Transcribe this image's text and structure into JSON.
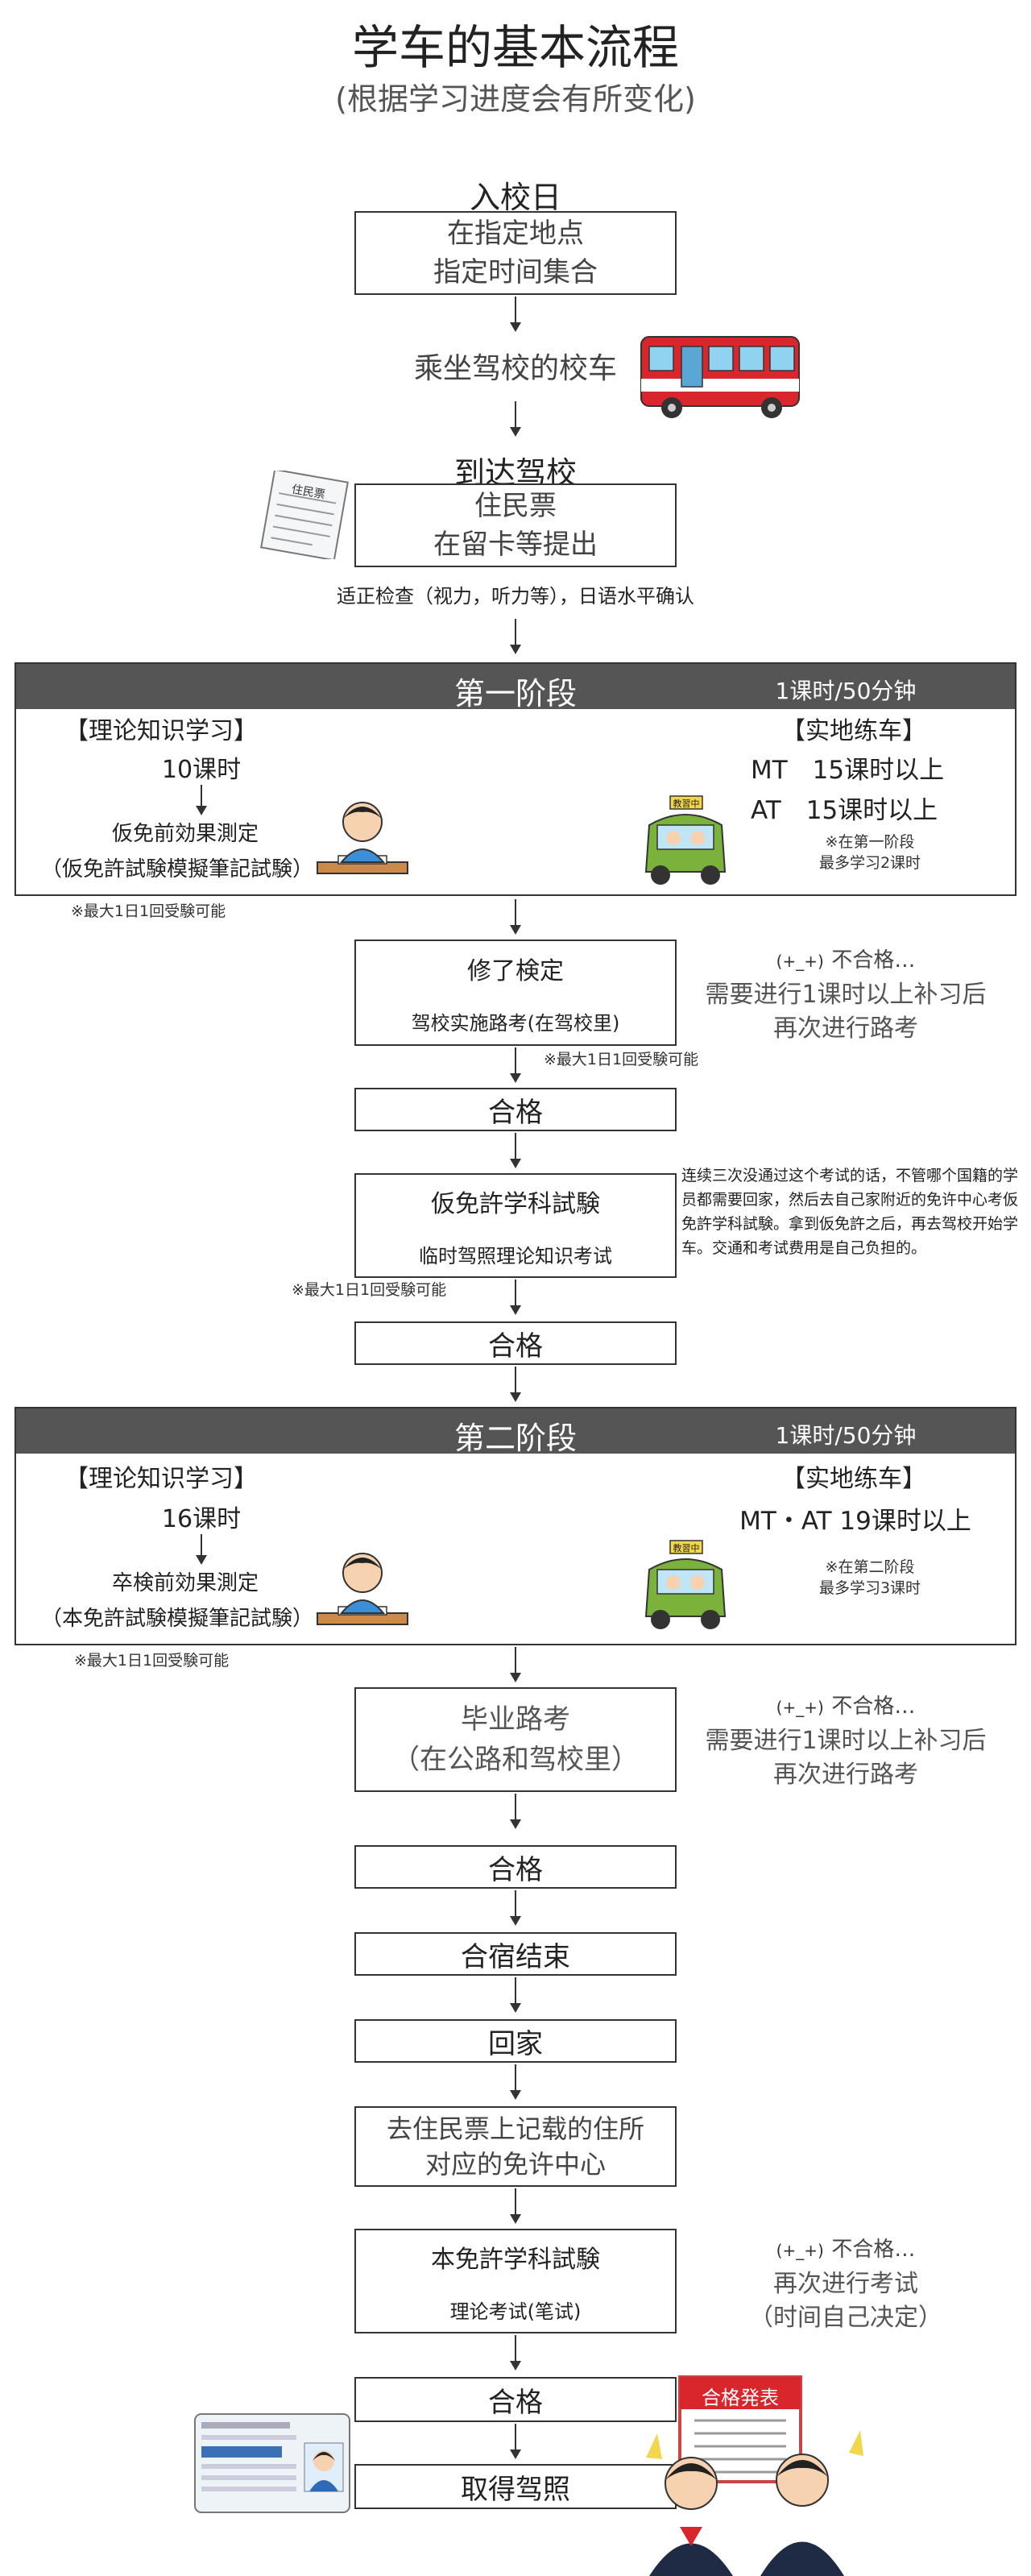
{
  "header": {
    "title": "学车的基本流程",
    "subtitle": "(根据学习进度会有所变化)"
  },
  "steps": {
    "enroll_day_label": "入校日",
    "enroll_box": [
      "在指定地点",
      "指定时间集合"
    ],
    "bus_text": "乘坐驾校的校车",
    "arrive_label": "到达驾校",
    "docs_box": [
      "住民票",
      "在留卡等提出"
    ],
    "check_text": "适正检查（视力，听力等），日语水平确认"
  },
  "stage1": {
    "title": "第一阶段",
    "unit": "1课时/50分钟",
    "theory_title": "【理论知识学习】",
    "theory_hours": "10课时",
    "theory_test": "仮免前効果測定",
    "theory_test_sub": "（仮免許試験模擬筆記試験）",
    "practice_title": "【实地练车】",
    "practice_mt": "MT　15课时以上",
    "practice_at": "AT　15课时以上",
    "practice_note": [
      "※在第一阶段",
      "最多学习2课时"
    ],
    "footnote": "※最大1日1回受験可能"
  },
  "shuryo": {
    "title": "修了検定",
    "sub": "驾校实施路考(在驾校里)",
    "footnote": "※最大1日1回受験可能",
    "fail_face": "(+_+)",
    "fail_text": "不合格…",
    "fail_lines": [
      "需要进行1课时以上补习后",
      "再次进行路考"
    ]
  },
  "pass_label": "合格",
  "karimen": {
    "title": "仮免許学科試験",
    "sub": "临时驾照理论知识考试",
    "footnote": "※最大1日1回受験可能",
    "side_note": "连续三次没通过这个考试的话，不管哪个国籍的学员都需要回家，然后去自己家附近的免许中心考仮免許学科試験。拿到仮免許之后，再去驾校开始学车。交通和考试费用是自己负担的。"
  },
  "stage2": {
    "title": "第二阶段",
    "unit": "1课时/50分钟",
    "theory_title": "【理论知识学习】",
    "theory_hours": "16课时",
    "theory_test": "卒検前効果測定",
    "theory_test_sub": "（本免許試験模擬筆記試験）",
    "practice_title": "【实地练车】",
    "practice_mtat": "MT・AT 19课时以上",
    "practice_note": [
      "※在第二阶段",
      "最多学习3课时"
    ],
    "footnote": "※最大1日1回受験可能"
  },
  "graduation": {
    "box": [
      "毕业路考",
      "（在公路和驾校里）"
    ],
    "fail_face": "(+_+)",
    "fail_text": "不合格…",
    "fail_lines": [
      "需要进行1课时以上补习后",
      "再次进行路考"
    ]
  },
  "camp_end": "合宿结束",
  "go_home": "回家",
  "license_center": [
    "去住民票上记载的住所",
    "对应的免许中心"
  ],
  "honmen": {
    "title": "本免許学科試験",
    "sub": "理论考试(笔试)",
    "fail_face": "(+_+)",
    "fail_text": "不合格…",
    "fail_lines": [
      "再次进行考试",
      "（时间自己决定）"
    ]
  },
  "final": "取得驾照",
  "illustrations": {
    "doc_title": "住民票",
    "car_sign": "教習中",
    "board_text": "合格発表"
  },
  "colors": {
    "stage_header": "#555555",
    "bus_red": "#d9252c",
    "car_green": "#7ab23c"
  }
}
